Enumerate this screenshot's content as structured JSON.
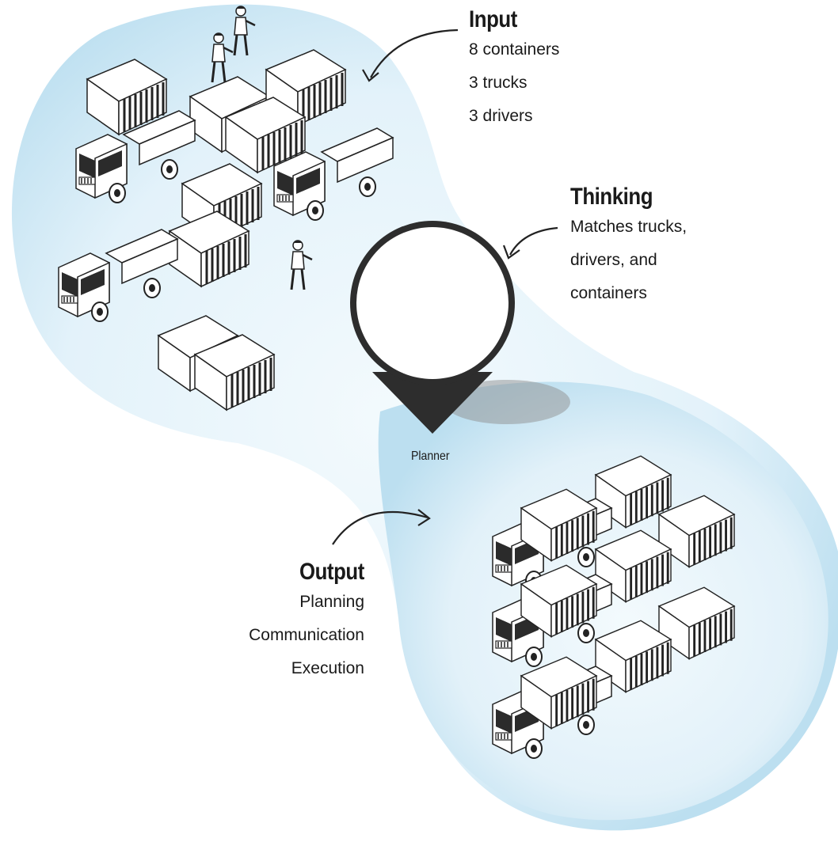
{
  "input": {
    "title": "Input",
    "lines": [
      "8 containers",
      "3 trucks",
      "3 drivers"
    ]
  },
  "thinking": {
    "title": "Thinking",
    "lines": [
      "Matches trucks,",
      "drivers, and",
      "containers"
    ]
  },
  "planner": {
    "label": "Planner"
  },
  "output": {
    "title": "Output",
    "lines": [
      "Planning",
      "Communication",
      "Execution"
    ]
  },
  "colors": {
    "blob_light": "#eaf6fc",
    "blob_dark": "#bfe0f1",
    "ink": "#1a1a1a",
    "pin": "#2d2d2d"
  },
  "icons": [
    "container-icon",
    "truck-icon",
    "worker-icon",
    "planner-pin-icon",
    "curved-arrow-icon"
  ]
}
